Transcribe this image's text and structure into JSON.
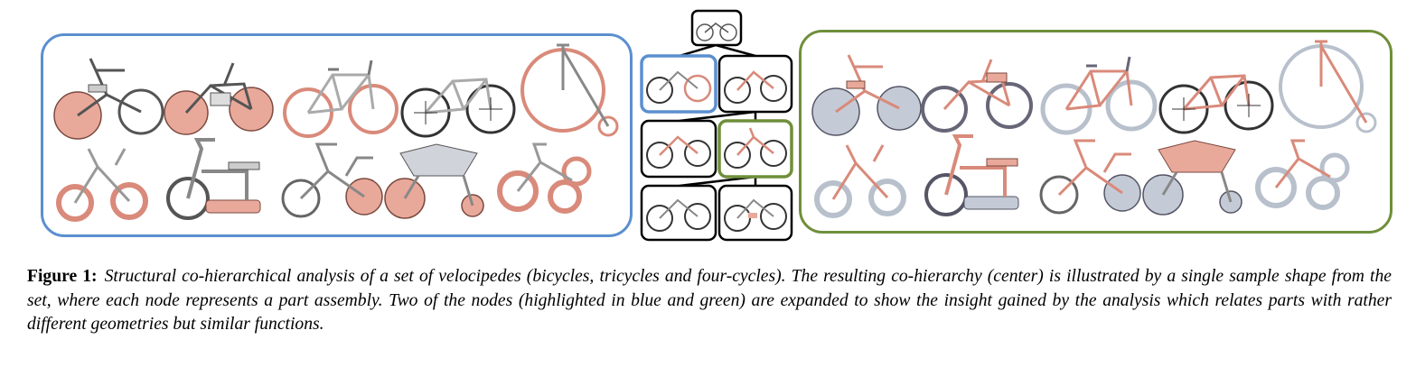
{
  "figure": {
    "label": "Figure 1:",
    "caption": "Structural co-hierarchical analysis of a set of velocipedes (bicycles, tricycles and four-cycles). The resulting co-hierarchy (center) is illustrated by a single sample shape from the set, where each node represents a part assembly. Two of the nodes (highlighted in blue and green) are expanded to show the insight gained by the analysis which relates parts with rather different geometries but similar functions."
  },
  "colors": {
    "blue_highlight": "#5b8fcf",
    "green_highlight": "#6f8f3a",
    "part_pink": "#e9a99a",
    "part_gray": "#c4cbd6",
    "line": "#333333"
  },
  "panels": {
    "blue": {
      "shapes": [
        "cruiser-bicycle",
        "motor-bicycle",
        "road-bicycle",
        "mountain-bicycle",
        "penny-farthing",
        "small-bicycle",
        "tricycle-scooter",
        "chopper-tricycle",
        "quad-four-cycle",
        "tricycle"
      ]
    },
    "green": {
      "shapes": [
        "cruiser-bicycle",
        "motor-bicycle",
        "road-bicycle",
        "mountain-bicycle",
        "penny-farthing",
        "small-bicycle",
        "tricycle-scooter",
        "chopper-tricycle",
        "quad-four-cycle",
        "tricycle"
      ]
    }
  }
}
